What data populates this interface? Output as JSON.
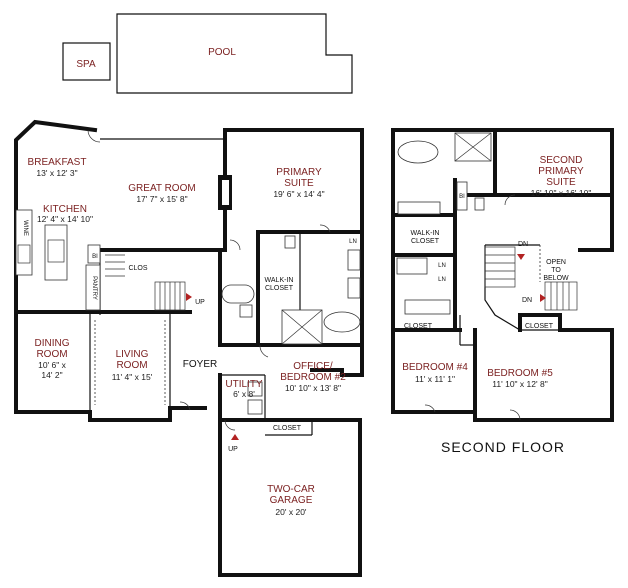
{
  "outdoor": {
    "pool": "POOL",
    "spa": "SPA"
  },
  "first_floor": {
    "breakfast": {
      "name": "BREAKFAST",
      "dim": "13' x 12' 3\""
    },
    "kitchen": {
      "name": "KITCHEN",
      "dim": "12' 4\" x 14' 10\""
    },
    "great_room": {
      "name": "GREAT ROOM",
      "dim": "17' 7\" x 15' 8\""
    },
    "primary_suite": {
      "name_1": "PRIMARY",
      "name_2": "SUITE",
      "dim": "19' 6\" x 14' 4\""
    },
    "walk_in_closet": {
      "line_1": "WALK-IN",
      "line_2": "CLOSET"
    },
    "dining_room": {
      "name_1": "DINING",
      "name_2": "ROOM",
      "dim_1": "10' 6\" x",
      "dim_2": "14' 2\""
    },
    "living_room": {
      "name_1": "LIVING",
      "name_2": "ROOM",
      "dim": "11' 4\" x 15'"
    },
    "foyer": "FOYER",
    "office": {
      "name_1": "OFFICE/",
      "name_2": "BEDROOM #2",
      "dim": "10' 10\" x 13' 8\""
    },
    "utility": {
      "name": "UTILITY",
      "dim": "6' x 8'"
    },
    "garage": {
      "name_1": "TWO-CAR",
      "name_2": "GARAGE",
      "dim": "20' x 20'"
    },
    "labels": {
      "wine": "WINE",
      "bi": "BI",
      "clos": "CLOS",
      "pantry": "PANTRY",
      "up": "UP",
      "ln": "LN",
      "closet": "CLOSET",
      "up_garage": "UP"
    }
  },
  "second_floor": {
    "caption": "SECOND FLOOR",
    "second_primary_suite": {
      "name_1": "SECOND",
      "name_2": "PRIMARY",
      "name_3": "SUITE",
      "dim": "16' 10\" x 16' 10\""
    },
    "walk_in_closet": {
      "line_1": "WALK-IN",
      "line_2": "CLOSET"
    },
    "bedroom_4": {
      "name": "BEDROOM #4",
      "dim": "11' x 11' 1\""
    },
    "bedroom_5": {
      "name": "BEDROOM #5",
      "dim": "11' 10\" x 12' 8\""
    },
    "open_to_below": {
      "line_1": "OPEN",
      "line_2": "TO",
      "line_3": "BELOW"
    },
    "labels": {
      "bi": "BI",
      "ln_1": "LN",
      "ln_2": "LN",
      "dn_1": "DN",
      "dn_2": "DN",
      "closet_1": "CLOSET",
      "closet_2": "CLOSET"
    }
  }
}
